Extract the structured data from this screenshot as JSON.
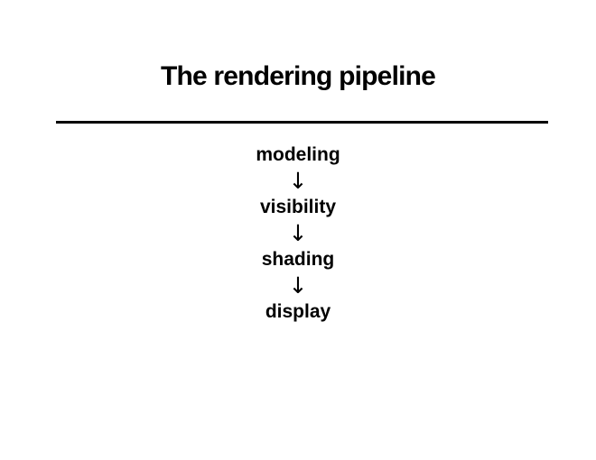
{
  "slide": {
    "title": "The rendering pipeline",
    "pipeline": {
      "stages": [
        "modeling",
        "visibility",
        "shading",
        "display"
      ],
      "arrow_symbol": "↓"
    },
    "colors": {
      "background": "#ffffff",
      "text": "#000000",
      "divider": "#000000"
    }
  }
}
